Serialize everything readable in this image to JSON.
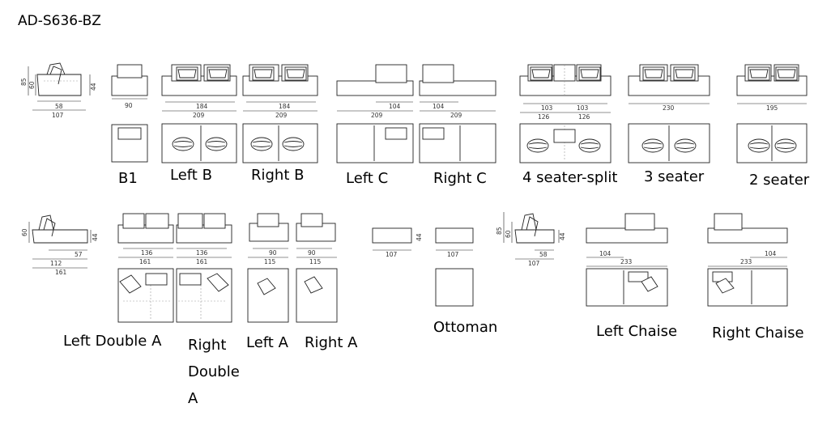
{
  "title": "AD-S636-BZ",
  "labels": {
    "b1": "B1",
    "left_b": "Left B",
    "right_b": "Right B",
    "left_c": "Left C",
    "right_c": "Right C",
    "four_seater_split": "4 seater-split",
    "three_seater": "3 seater",
    "two_seater": "2 seater",
    "left_double_a": "Left Double A",
    "right_double_a_1": "Right",
    "right_double_a_2": "Double",
    "right_double_a_3": "A",
    "left_a": "Left A",
    "right_a": "Right A",
    "ottoman": "Ottoman",
    "left_chaise": "Left Chaise",
    "right_chaise": "Right Chaise"
  },
  "dims": {
    "side1_h85": "85",
    "side1_h60": "60",
    "side1_h44": "44",
    "side1_w58": "58",
    "side1_w107": "107",
    "b1_w": "90",
    "leftb_a": "184",
    "leftb_b": "209",
    "rightb_a": "184",
    "rightb_b": "209",
    "leftc_a": "104",
    "leftc_b": "209",
    "rightc_a": "104",
    "rightc_b": "209",
    "split_a": "103",
    "split_b": "103",
    "split_c": "126",
    "split_d": "126",
    "three_w": "230",
    "two_w": "195",
    "side2_h60": "60",
    "side2_h44": "44",
    "side2_w57": "57",
    "side2_w112": "112",
    "side2_w161": "161",
    "lda_a": "136",
    "lda_b": "161",
    "rda_a": "136",
    "rda_b": "161",
    "la_a": "90",
    "la_b": "115",
    "ra_a": "90",
    "ra_b": "115",
    "ott1_w": "107",
    "ott1_h": "44",
    "ott2_w": "107",
    "side3_h85": "85",
    "side3_h60": "60",
    "side3_h44": "44",
    "side3_w58": "58",
    "side3_w107": "107",
    "lch_a": "104",
    "lch_b": "233",
    "rch_a": "104",
    "rch_b": "233"
  }
}
